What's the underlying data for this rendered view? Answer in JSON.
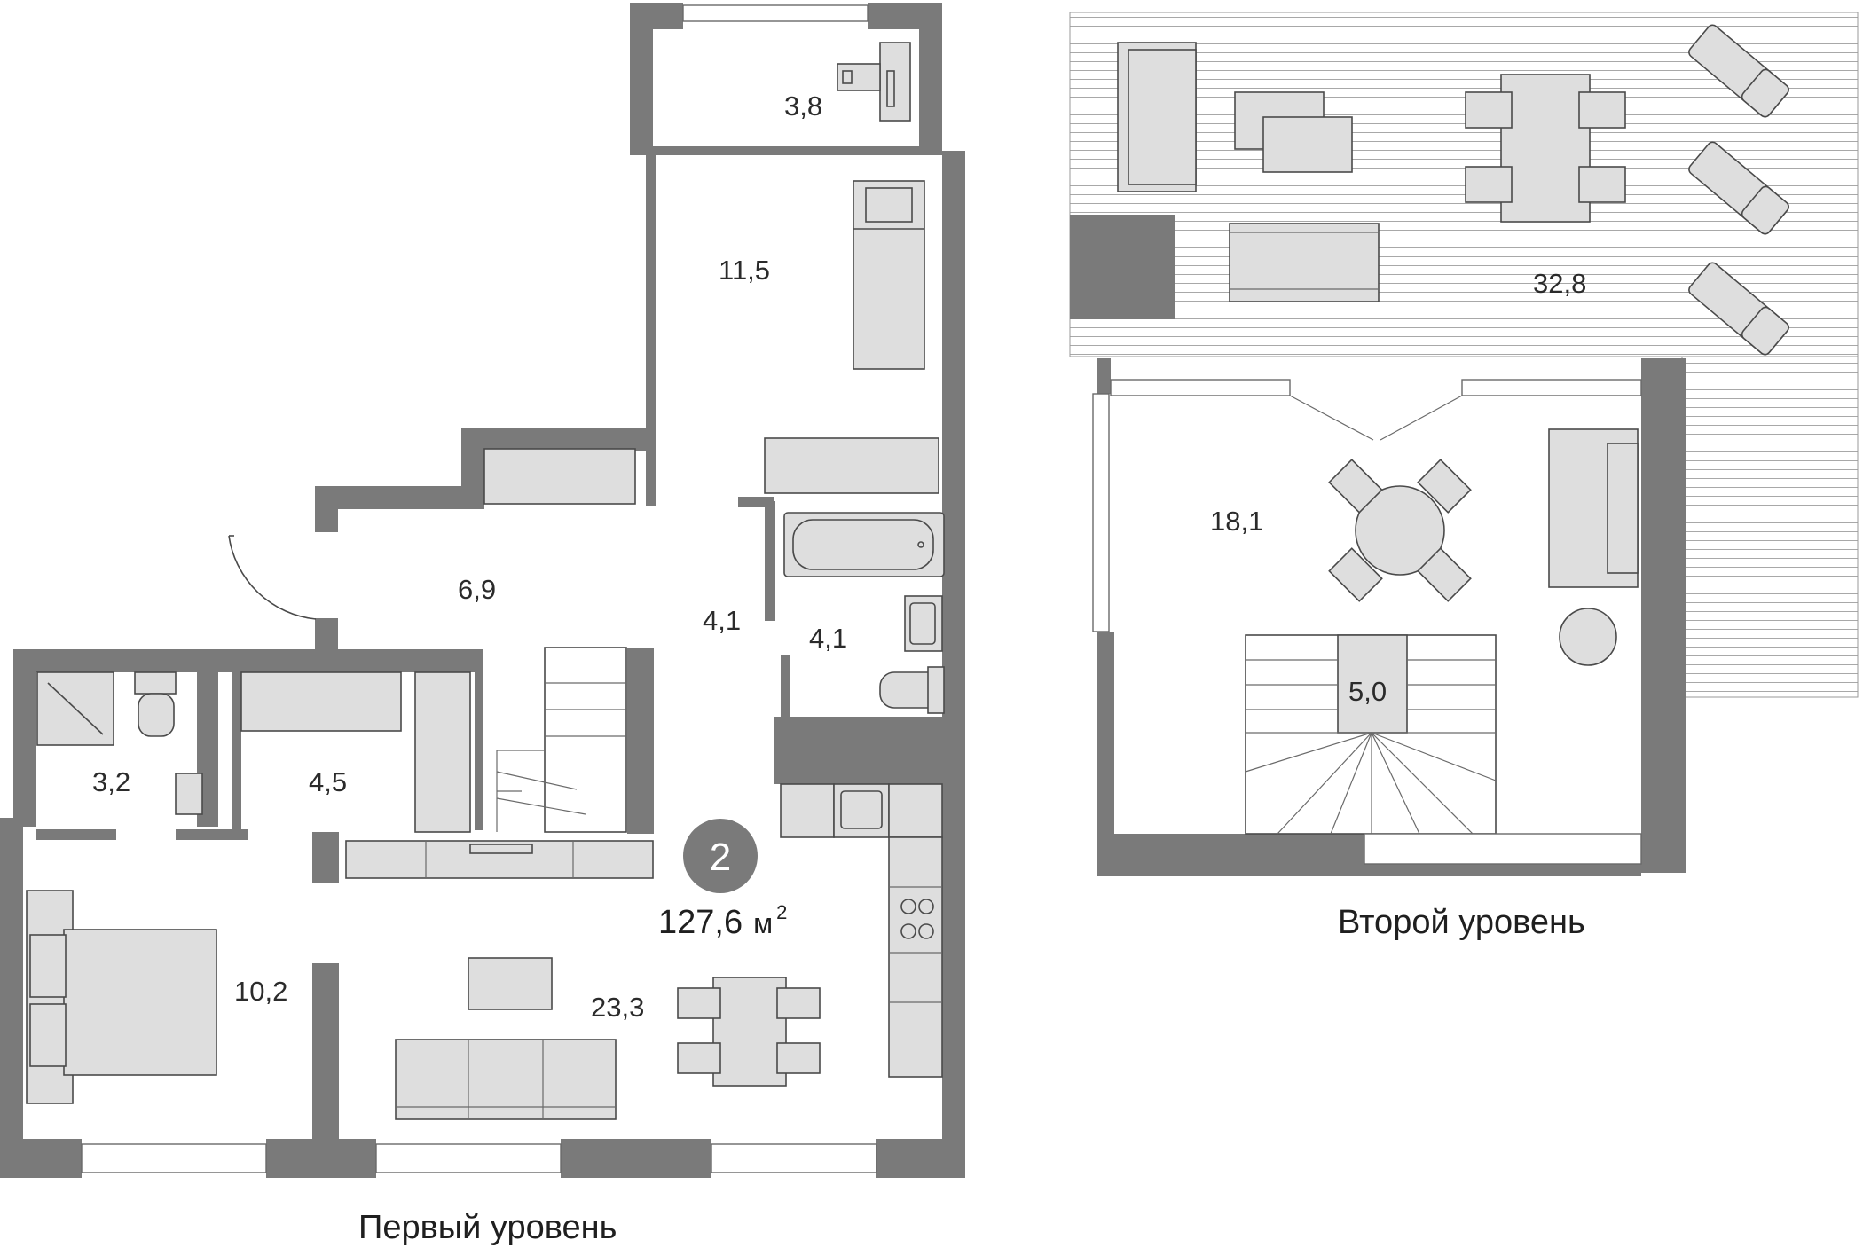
{
  "plan": {
    "apartment": {
      "rooms": "2",
      "area": "127,6",
      "unit": "м",
      "unit_sup": "2"
    },
    "levels": {
      "first": "Первый уровень",
      "second": "Второй уровень"
    },
    "rooms_first": {
      "balcony": "3,8",
      "bedroom_small": "11,5",
      "hall": "6,9",
      "corridor": "4,1",
      "bathroom": "4,1",
      "shower": "3,2",
      "wardrobe": "4,5",
      "bedroom": "10,2",
      "living_kitchen": "23,3"
    },
    "rooms_second": {
      "terrace": "32,8",
      "living": "18,1",
      "stairs": "5,0"
    },
    "colors": {
      "wall": "#7a7a7a",
      "furniture": "#dedede",
      "badge": "#7a7a7a"
    }
  }
}
